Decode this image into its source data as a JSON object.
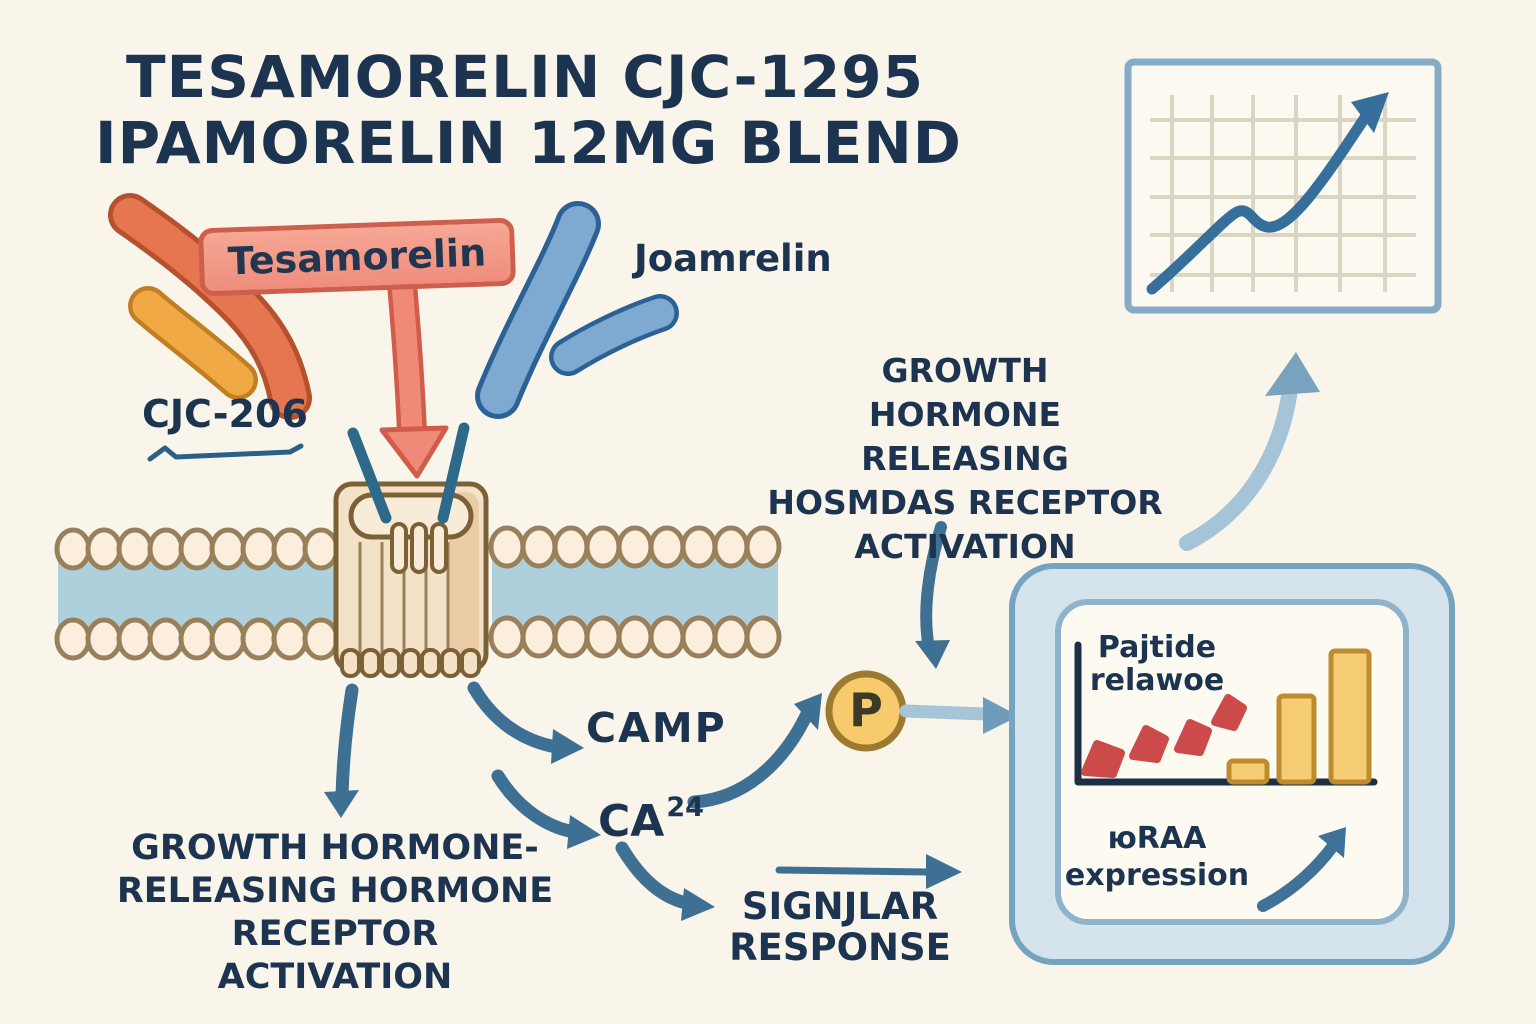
{
  "title": {
    "line1": "TESAMORELIN CJC-1295",
    "line2": "IPAMORELIN 12MG BLEND"
  },
  "peptides": {
    "tesamorelin_label": "Tesamorelin",
    "joamrelin_label": "Joamrelin",
    "cjc206_label": "CJC-206"
  },
  "pathway": {
    "camp": "CAMP",
    "ca_base": "CA",
    "ca_sup": "24",
    "p_badge": "P",
    "signal_response_line1": "SIGNJLAR",
    "signal_response_line2": "RESPONSE",
    "left_activation_line1": "GROWTH HORMONE-",
    "left_activation_line2": "RELEASING HORMONE",
    "left_activation_line3": "RECEPTOR ACTIVATION",
    "right_activation_line1": "GROWTH",
    "right_activation_line2": "HORMONE RELEASING",
    "right_activation_line3": "HOSMDAS RECEPTOR",
    "right_activation_line4": "ACTIVATION"
  },
  "result_box": {
    "chart_title_line1": "Pajtide",
    "chart_title_line2": "relawoe",
    "expression_line1": "юRAA",
    "expression_line2": "expression"
  },
  "colors": {
    "background": "#f9f5eb",
    "navy_text": "#1d3450",
    "steel_blue_arrow": "#3e7093",
    "light_blue_arrow": "#a5c4d8",
    "orange_peptide": "#e5764f",
    "yellow_peptide": "#f0a944",
    "blue_peptide": "#7ea9d0",
    "red_label": "#ef8d7c",
    "red_arrow": "#ef8a79",
    "membrane_band": "#aed0dd",
    "membrane_head": "#fbeedd",
    "receptor_body": "#f4e2c8",
    "p_circle": "#f7ca6e",
    "result_box_fill": "#d4e3ec",
    "bar_yellow": "#f6cd75",
    "scatter_red": "#cc4a4a",
    "trend_line": "#366f9c"
  },
  "chart_data": [
    {
      "type": "line",
      "name": "trend-chart",
      "x": [
        0,
        1,
        2,
        3,
        4
      ],
      "y": [
        0.1,
        0.45,
        0.4,
        0.7,
        1.0
      ],
      "grid": true,
      "annotation": "upward arrow at line end, small dip mid-way"
    },
    {
      "type": "bar",
      "name": "peptide-release-chart",
      "title": "Pajtide relawoe",
      "bars_relative": [
        0.16,
        0.63,
        0.96
      ],
      "scatter_relative": [
        [
          0.08,
          0.18
        ],
        [
          0.23,
          0.3
        ],
        [
          0.38,
          0.35
        ],
        [
          0.5,
          0.55
        ]
      ]
    }
  ]
}
